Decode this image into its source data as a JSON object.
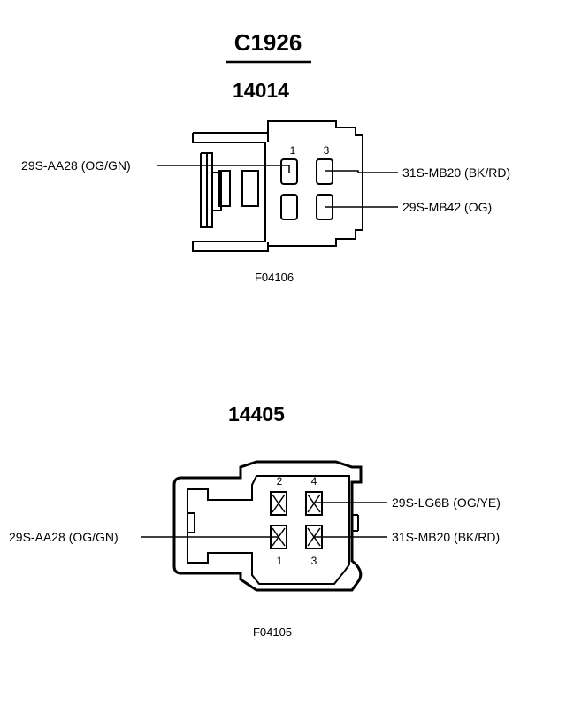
{
  "title": "C1926",
  "connector_a": {
    "part_number": "14014",
    "figure_id": "F04106",
    "pin_numbers": [
      "1",
      "3"
    ],
    "wires": {
      "left": "29S-AA28 (OG/GN)",
      "right_top": "31S-MB20 (BK/RD)",
      "right_bottom": "29S-MB42 (OG)"
    }
  },
  "connector_b": {
    "part_number": "14405",
    "figure_id": "F04105",
    "pin_numbers_top": [
      "2",
      "4"
    ],
    "pin_numbers_bottom": [
      "1",
      "3"
    ],
    "wires": {
      "left": "29S-AA28 (OG/GN)",
      "right_top": "29S-LG6B (OG/YE)",
      "right_bottom": "31S-MB20 (BK/RD)"
    }
  }
}
